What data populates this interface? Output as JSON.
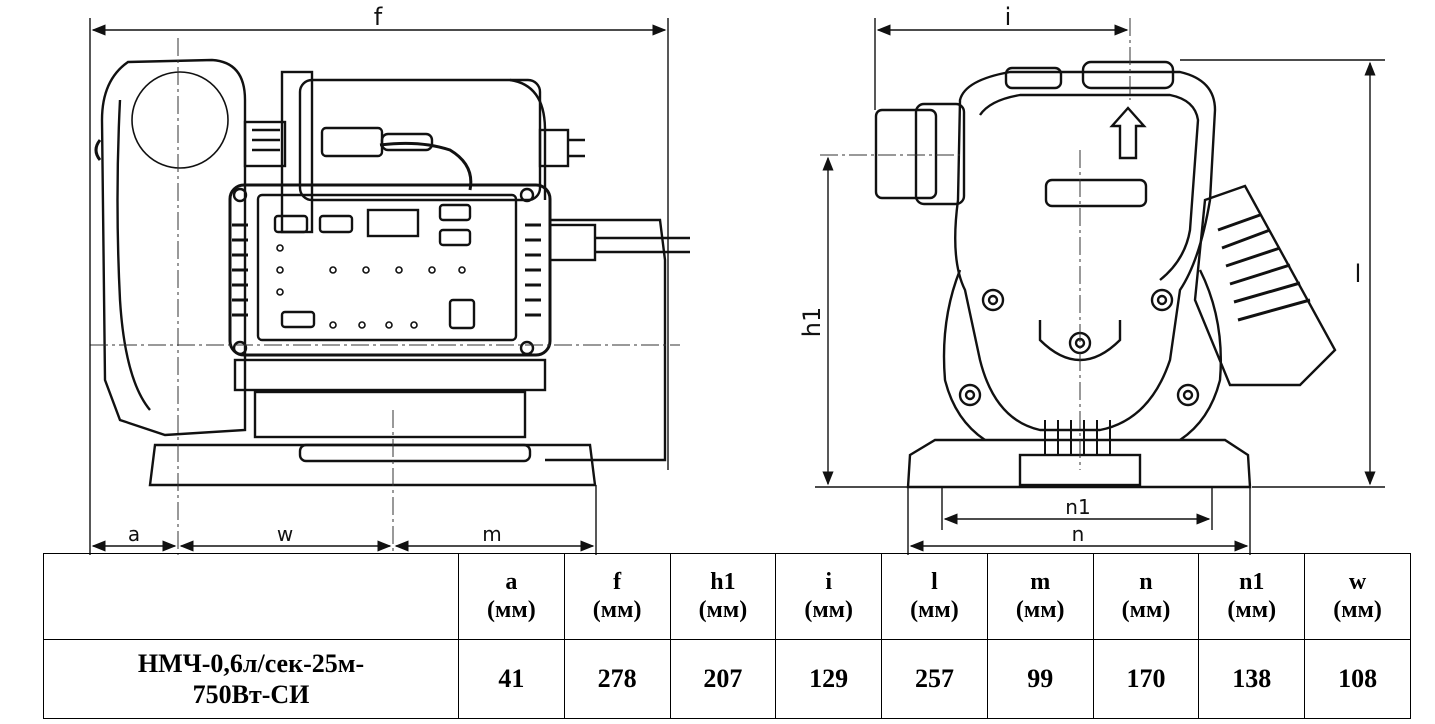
{
  "dimension_labels": {
    "a": "a",
    "f": "f",
    "w": "w",
    "m": "m",
    "i": "i",
    "h1": "h1",
    "l": "l",
    "n1": "n1",
    "n": "n"
  },
  "table": {
    "columns": [
      {
        "name": "a",
        "unit": "(мм)"
      },
      {
        "name": "f",
        "unit": "(мм)"
      },
      {
        "name": "h1",
        "unit": "(мм)"
      },
      {
        "name": "i",
        "unit": "(мм)"
      },
      {
        "name": "l",
        "unit": "(мм)"
      },
      {
        "name": "m",
        "unit": "(мм)"
      },
      {
        "name": "n",
        "unit": "(мм)"
      },
      {
        "name": "n1",
        "unit": "(мм)"
      },
      {
        "name": "w",
        "unit": "(мм)"
      }
    ],
    "row": {
      "model_line1": "НМЧ-0,6л/сек-25м-",
      "model_line2": "750Вт-СИ",
      "values": [
        "41",
        "278",
        "207",
        "129",
        "257",
        "99",
        "170",
        "138",
        "108"
      ]
    }
  }
}
